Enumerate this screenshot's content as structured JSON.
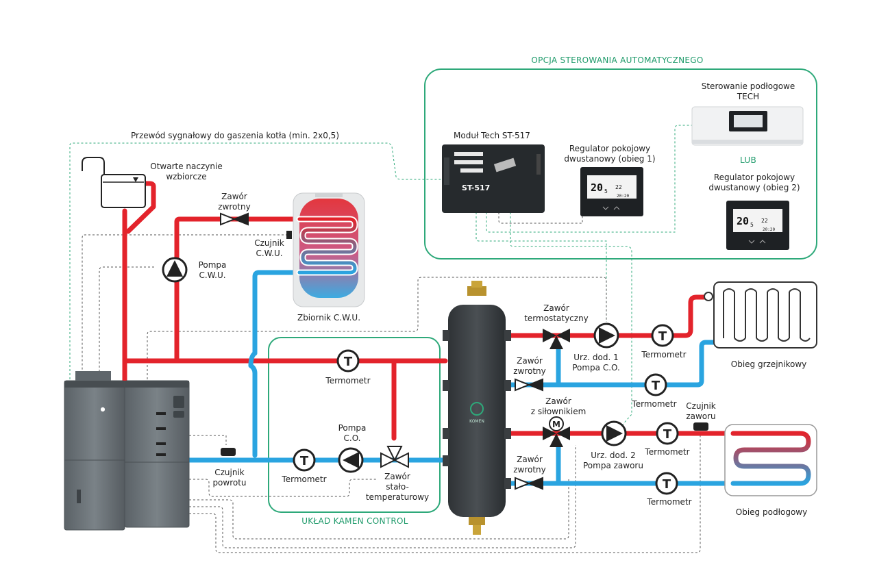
{
  "labels": {
    "auto_option": "OPCJA STEROWANIA AUTOMATYCZNEGO",
    "signal_wire": "Przewód sygnałowy do gaszenia kotła (min. 2x0,5)",
    "expansion_vessel_1": "Otwarte naczynie",
    "expansion_vessel_2": "wzbiorcze",
    "check_valve_1": "Zawór",
    "check_valve_2": "zwrotny",
    "dhw_sensor_1": "Czujnik",
    "dhw_sensor_2": "C.W.U.",
    "dhw_pump_1": "Pompa",
    "dhw_pump_2": "C.W.U.",
    "dhw_tank": "Zbiornik C.W.U.",
    "module": "Moduł Tech ST-517",
    "room_reg1_1": "Regulator pokojowy",
    "room_reg1_2": "dwustanowy (obieg 1)",
    "floor_ctrl_1": "Sterowanie podłogowe",
    "floor_ctrl_2": "TECH",
    "lub": "LUB",
    "room_reg2_1": "Regulator pokojowy",
    "room_reg2_2": "dwustanowy (obieg 2)",
    "thermostatic_valve_1": "Zawór",
    "thermostatic_valve_2": "termostatyczny",
    "device1_1": "Urz. dod. 1",
    "device1_2": "Pompa C.O.",
    "thermometer": "Termometr",
    "radiator_circuit": "Obieg grzejnikowy",
    "check_valve_top_1": "Zawór",
    "check_valve_top_2": "zwrotny",
    "actuator_valve_1": "Zawór",
    "actuator_valve_2": "z siłownikiem",
    "valve_sensor_1": "Czujnik",
    "valve_sensor_2": "zaworu",
    "device2_1": "Urz. dod. 2",
    "device2_2": "Pompa zaworu",
    "floor_circuit": "Obieg podłogowy",
    "check_valve_bot_1": "Zawór",
    "check_valve_bot_2": "zwrotny",
    "co_pump_1": "Pompa",
    "co_pump_2": "C.O.",
    "return_sensor_1": "Czujnik",
    "return_sensor_2": "powrotu",
    "const_temp_valve_1": "Zawór",
    "const_temp_valve_2": "stało-",
    "const_temp_valve_3": "temperaturowy",
    "kamen_control": "UKŁAD KAMEN CONTROL",
    "module_badge": "ST-517",
    "lcd_temp": "20",
    "lcd_temp_dec": "5",
    "lcd_set": "22",
    "lcd_time": "20:20",
    "brand": "KOMEN"
  },
  "colors": {
    "supply": "#e3232b",
    "return": "#2aa4e0",
    "accent_green": "#2ea97a",
    "boiler": "#6b7378"
  }
}
